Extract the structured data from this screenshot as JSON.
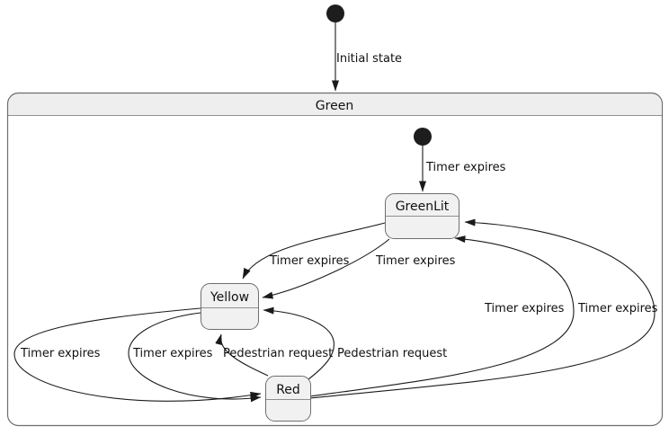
{
  "type": "state-diagram",
  "states": [
    {
      "label": "Green",
      "kind": "composite"
    },
    {
      "label": "GreenLit",
      "kind": "simple",
      "parent": "Green"
    },
    {
      "label": "Yellow",
      "kind": "simple",
      "parent": "Green"
    },
    {
      "label": "Red",
      "kind": "simple",
      "parent": "Green"
    }
  ],
  "initial_markers": [
    {
      "name": "outer-initial",
      "points_to": "Green"
    },
    {
      "name": "inner-initial",
      "points_to": "GreenLit",
      "parent": "Green"
    }
  ],
  "transitions": [
    {
      "from": "[*]",
      "to": "Green",
      "label": "Initial state"
    },
    {
      "from": "[*]",
      "to": "GreenLit",
      "label": "Timer expires"
    },
    {
      "from": "GreenLit",
      "to": "Yellow",
      "label": "Timer expires"
    },
    {
      "from": "GreenLit",
      "to": "Yellow",
      "label": "Timer expires"
    },
    {
      "from": "Red",
      "to": "GreenLit",
      "label": "Timer expires"
    },
    {
      "from": "Red",
      "to": "GreenLit",
      "label": "Timer expires"
    },
    {
      "from": "Yellow",
      "to": "Red",
      "label": "Timer expires"
    },
    {
      "from": "Yellow",
      "to": "Red",
      "label": "Timer expires"
    },
    {
      "from": "Red",
      "to": "Yellow",
      "label": "Pedestrian request"
    },
    {
      "from": "Red",
      "to": "Yellow",
      "label": "Pedestrian request"
    }
  ],
  "colors": {
    "background": "#ffffff",
    "state_fill": "#f1f1f1",
    "state_border": "#6e6e6e",
    "composite_header_fill": "#eeeeee",
    "line": "#1a1a1a",
    "text": "#111111"
  }
}
